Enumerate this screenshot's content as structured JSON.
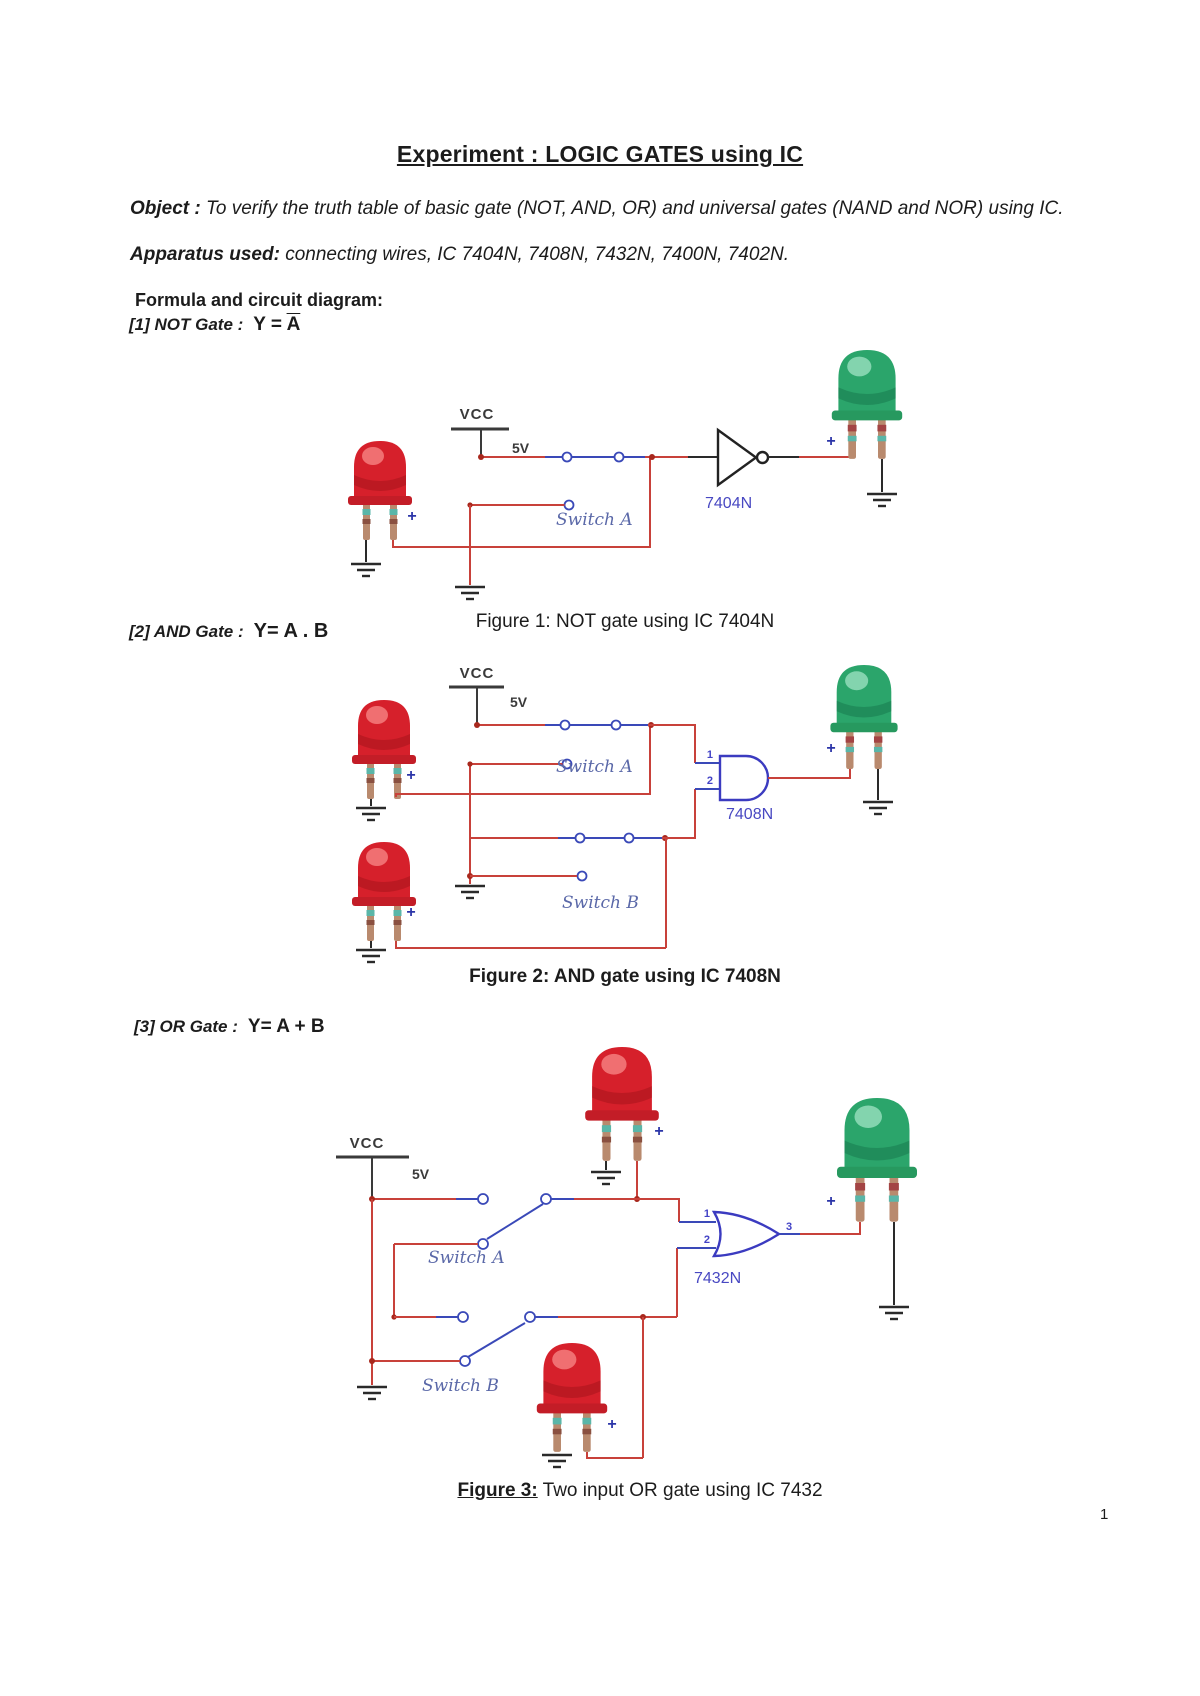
{
  "title": "Experiment : LOGIC GATES using IC",
  "intro": {
    "object_label": "Object : ",
    "object_text": "To verify the truth table of basic gate (NOT, AND, OR) and universal  gates (NAND and NOR) using IC.",
    "apparatus_label": "Apparatus used: ",
    "apparatus_text": "connecting wires, IC 7404N, 7408N, 7432N, 7400N, 7402N.",
    "formula_heading": "Formula and circuit diagram:"
  },
  "fig1": {
    "heading_label": "[1] NOT Gate :",
    "formula_prefix": "Y = ",
    "formula_var": "A",
    "vcc": "VCC",
    "volt": "5V",
    "switch_a": "Switch A",
    "ic": "7404N",
    "plus_input": "+",
    "plus_output": "+",
    "caption": "Figure 1: NOT gate using IC 7404N"
  },
  "fig2": {
    "heading_label": "[2] AND Gate :",
    "formula": "Y=  A . B",
    "vcc": "VCC",
    "volt": "5V",
    "switch_a": "Switch A",
    "switch_b": "Switch B",
    "ic": "7408N",
    "pin1": "1",
    "pin2": "2",
    "plus_a": "+",
    "plus_b": "+",
    "plus_out": "+",
    "caption": "Figure 2: AND gate using IC 7408N"
  },
  "fig3": {
    "heading_label": "[3] OR Gate :",
    "formula": "Y= A + B",
    "vcc": "VCC",
    "volt": "5V",
    "switch_a": "Switch A",
    "switch_b": "Switch B",
    "ic": "7432N",
    "pin1": "1",
    "pin2": "2",
    "pin3": "3",
    "plus_a": "+",
    "plus_b": "+",
    "plus_out": "+",
    "caption_label": "Figure 3:",
    "caption_text": " Two input OR gate using IC 7432"
  },
  "page": {
    "number": "1"
  }
}
